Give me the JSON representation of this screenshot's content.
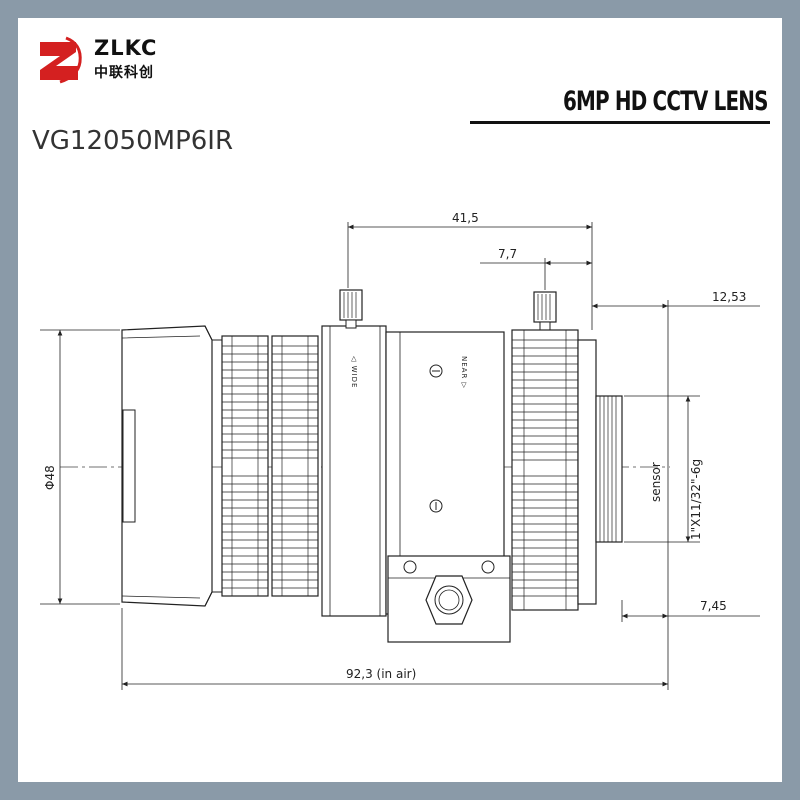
{
  "brand": {
    "name": "ZLKC",
    "name_cn": "中联科创"
  },
  "title": {
    "product": "6MP HD CCTV LENS",
    "model": "VG12050MP6IR"
  },
  "dimensions": {
    "total_length_top": "41,5",
    "front_offset": "7,7",
    "back_focus": "12,53",
    "diameter": "Φ48",
    "thread": "1\"X11/32\"-6g",
    "sensor": "sensor",
    "flange": "7,45",
    "total_length": "92,3 (in air)"
  },
  "ring_labels": {
    "zoom": "◁ WIDE",
    "focus": "NEAR ▷"
  }
}
